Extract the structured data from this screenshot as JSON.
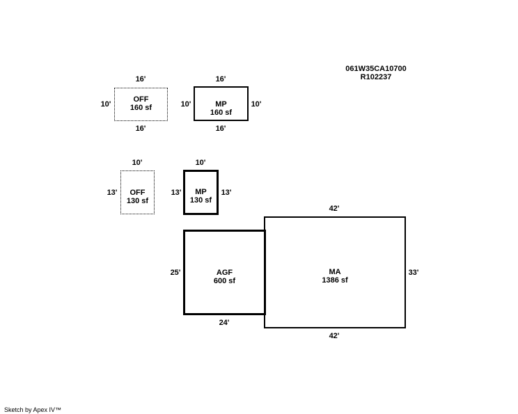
{
  "header": {
    "parcel_id": "061W35CA10700",
    "account": "R102237"
  },
  "footer": {
    "credit": "Sketch by Apex IV™"
  },
  "areas": {
    "off_top": {
      "code": "OFF",
      "area": "160 sf",
      "top": "16'",
      "bottom": "16'",
      "left": "10'"
    },
    "mp_top": {
      "code": "MP",
      "area": "160 sf",
      "top": "16'",
      "bottom": "16'",
      "left": "10'",
      "right": "10'"
    },
    "off_bottom": {
      "code": "OFF",
      "area": "130 sf",
      "top": "10'",
      "left": "13'"
    },
    "mp_bottom": {
      "code": "MP",
      "area": "130 sf",
      "top": "10'",
      "left": "13'",
      "right": "13'"
    },
    "agf": {
      "code": "AGF",
      "area": "600 sf",
      "left": "25'",
      "bottom": "24'"
    },
    "ma": {
      "code": "MA",
      "area": "1386 sf",
      "top": "42'",
      "bottom": "42'",
      "right": "33'"
    }
  }
}
